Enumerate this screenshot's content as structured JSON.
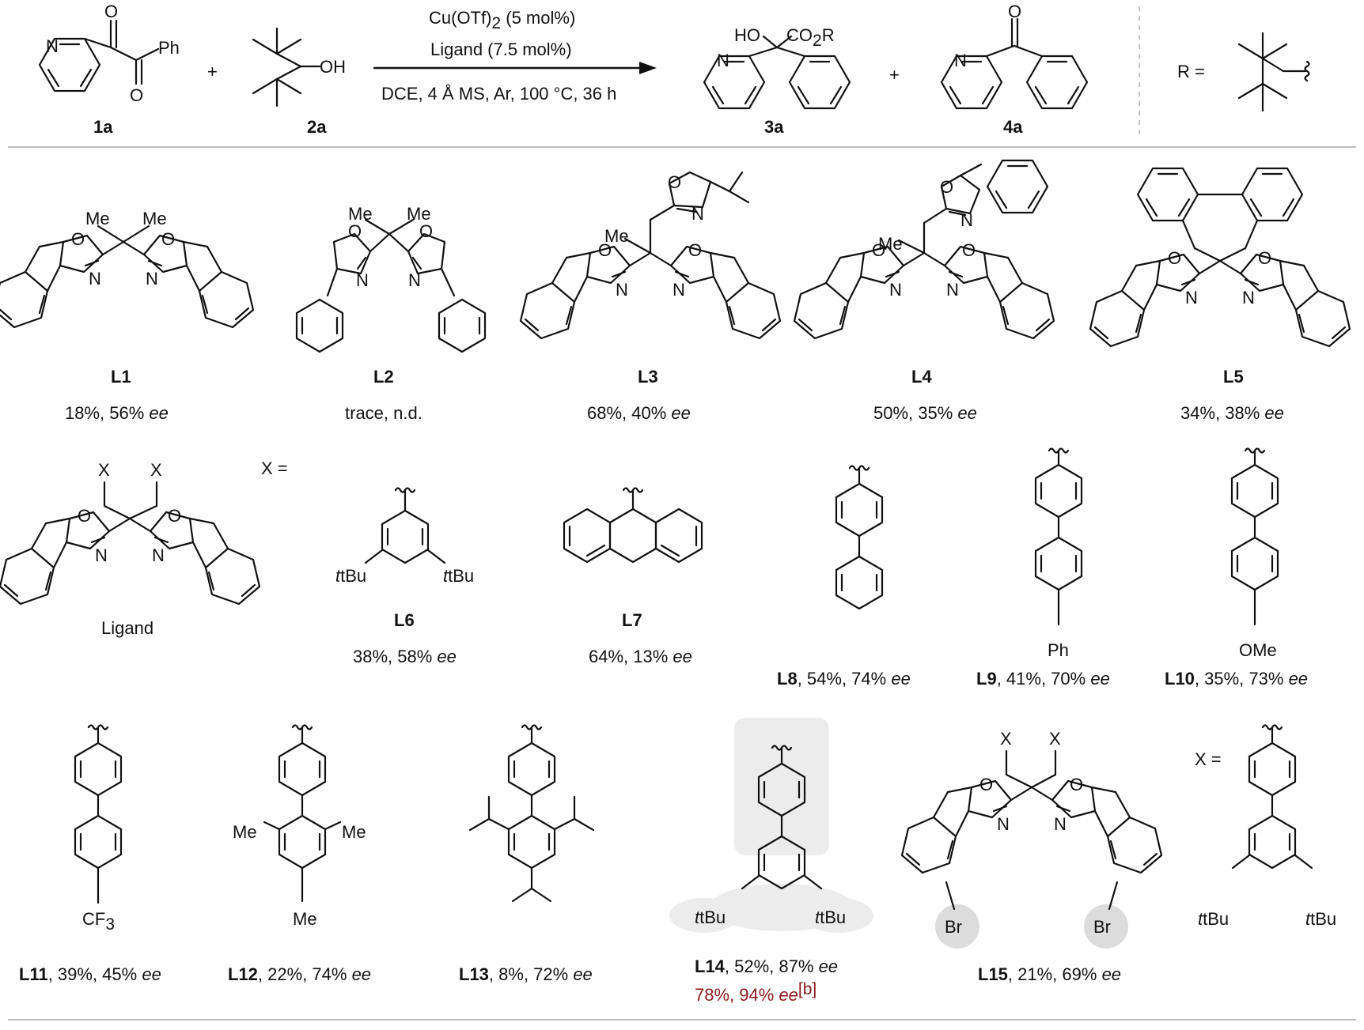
{
  "scheme": {
    "conditions": {
      "line1": "Cu(OTf)",
      "line1_sub": "2",
      "line1_tail": " (5 mol%)",
      "line2": "Ligand (7.5 mol%)",
      "line3": "DCE, 4 Å MS, Ar, 100 °C, 36 h"
    },
    "compounds": {
      "c1a": "1a",
      "c2a": "2a",
      "c3a": "3a",
      "c4a": "4a"
    },
    "plus": "+",
    "r_label": "R =",
    "atoms": {
      "ph": "Ph",
      "oh": "OH",
      "ho": "HO",
      "co2r": "CO",
      "co2r_sub": "2",
      "co2r_tail": "R",
      "n": "N",
      "o": "O"
    }
  },
  "ligands": [
    {
      "id": "L1",
      "result": "18%, 56% ",
      "ee": "ee"
    },
    {
      "id": "L2",
      "result": "trace, n.d.",
      "ee": ""
    },
    {
      "id": "L3",
      "result": "68%, 40% ",
      "ee": "ee"
    },
    {
      "id": "L4",
      "result": "50%, 35% ",
      "ee": "ee"
    },
    {
      "id": "L5",
      "result": "34%, 38% ",
      "ee": "ee"
    },
    {
      "id": "L6",
      "result": "38%, 58% ",
      "ee": "ee"
    },
    {
      "id": "L7",
      "result": "64%, 13% ",
      "ee": "ee"
    },
    {
      "id": "L8",
      "result": ", 54%, 74% ",
      "ee": "ee"
    },
    {
      "id": "L9",
      "result": ", 41%, 70% ",
      "ee": "ee"
    },
    {
      "id": "L10",
      "result": ", 35%, 73% ",
      "ee": "ee"
    },
    {
      "id": "L11",
      "result": ", 39%, 45% ",
      "ee": "ee"
    },
    {
      "id": "L12",
      "result": ", 22%, 74% ",
      "ee": "ee"
    },
    {
      "id": "L13",
      "result": ", 8%, 72% ",
      "ee": "ee"
    },
    {
      "id": "L14",
      "result": ", 52%, 87% ",
      "ee": "ee",
      "optimized": "78%, 94% ",
      "optimized_ee": "ee",
      "note": "[b]"
    },
    {
      "id": "L15",
      "result": ", 21%, 69% ",
      "ee": "ee"
    }
  ],
  "labels": {
    "ligand": "Ligand",
    "x_eq": "X =",
    "x": "X",
    "me": "Me",
    "tbu": "tBu",
    "ph": "Ph",
    "ome": "OMe",
    "cf3": "CF",
    "cf3_sub": "3",
    "br": "Br"
  },
  "colors": {
    "highlight_text": "#8b1a1a",
    "highlight_bg": "#ececec"
  }
}
